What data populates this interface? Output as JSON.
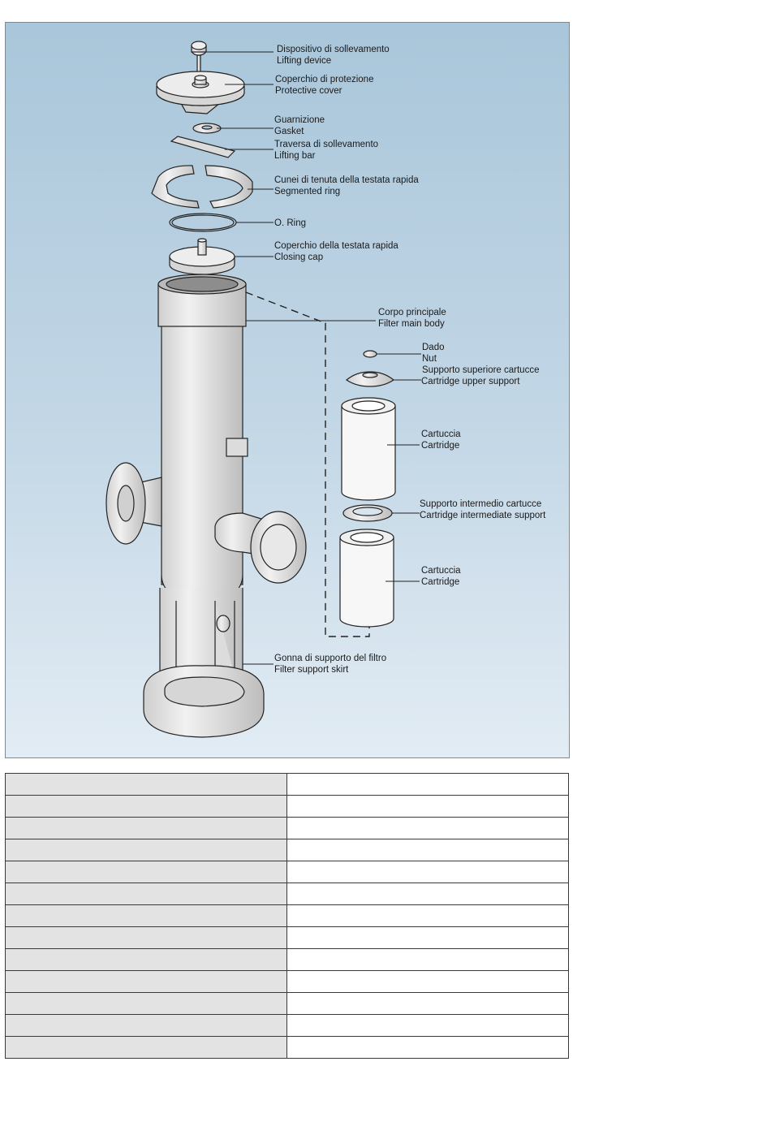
{
  "diagram": {
    "labels": [
      {
        "id": "lifting-device",
        "it": "Dispositivo di sollevamento",
        "en": "Lifting device"
      },
      {
        "id": "protective-cover",
        "it": "Coperchio di protezione",
        "en": "Protective cover"
      },
      {
        "id": "gasket",
        "it": "Guarnizione",
        "en": "Gasket"
      },
      {
        "id": "lifting-bar",
        "it": "Traversa di sollevamento",
        "en": "Lifting bar"
      },
      {
        "id": "segmented-ring",
        "it": "Cunei di tenuta della testata rapida",
        "en": "Segmented ring"
      },
      {
        "id": "o-ring",
        "it": "O. Ring",
        "en": ""
      },
      {
        "id": "closing-cap",
        "it": "Coperchio della testata rapida",
        "en": "Closing cap"
      },
      {
        "id": "filter-main-body",
        "it": "Corpo principale",
        "en": "Filter main body"
      },
      {
        "id": "nut",
        "it": "Dado",
        "en": "Nut"
      },
      {
        "id": "cartridge-upper-support",
        "it": "Supporto superiore cartucce",
        "en": "Cartridge upper support"
      },
      {
        "id": "cartridge-1",
        "it": "Cartuccia",
        "en": "Cartridge"
      },
      {
        "id": "cartridge-intermediate-support",
        "it": "Supporto intermedio cartucce",
        "en": "Cartridge intermediate support"
      },
      {
        "id": "cartridge-2",
        "it": "Cartuccia",
        "en": "Cartridge"
      },
      {
        "id": "filter-support-skirt",
        "it": "Gonna di supporto del filtro",
        "en": "Filter support skirt"
      }
    ]
  },
  "table": {
    "rows": [
      [
        "",
        ""
      ],
      [
        "",
        ""
      ],
      [
        "",
        ""
      ],
      [
        "",
        ""
      ],
      [
        "",
        ""
      ],
      [
        "",
        ""
      ],
      [
        "",
        ""
      ],
      [
        "",
        ""
      ],
      [
        "",
        ""
      ],
      [
        "",
        ""
      ],
      [
        "",
        ""
      ],
      [
        "",
        ""
      ],
      [
        "",
        ""
      ]
    ]
  }
}
